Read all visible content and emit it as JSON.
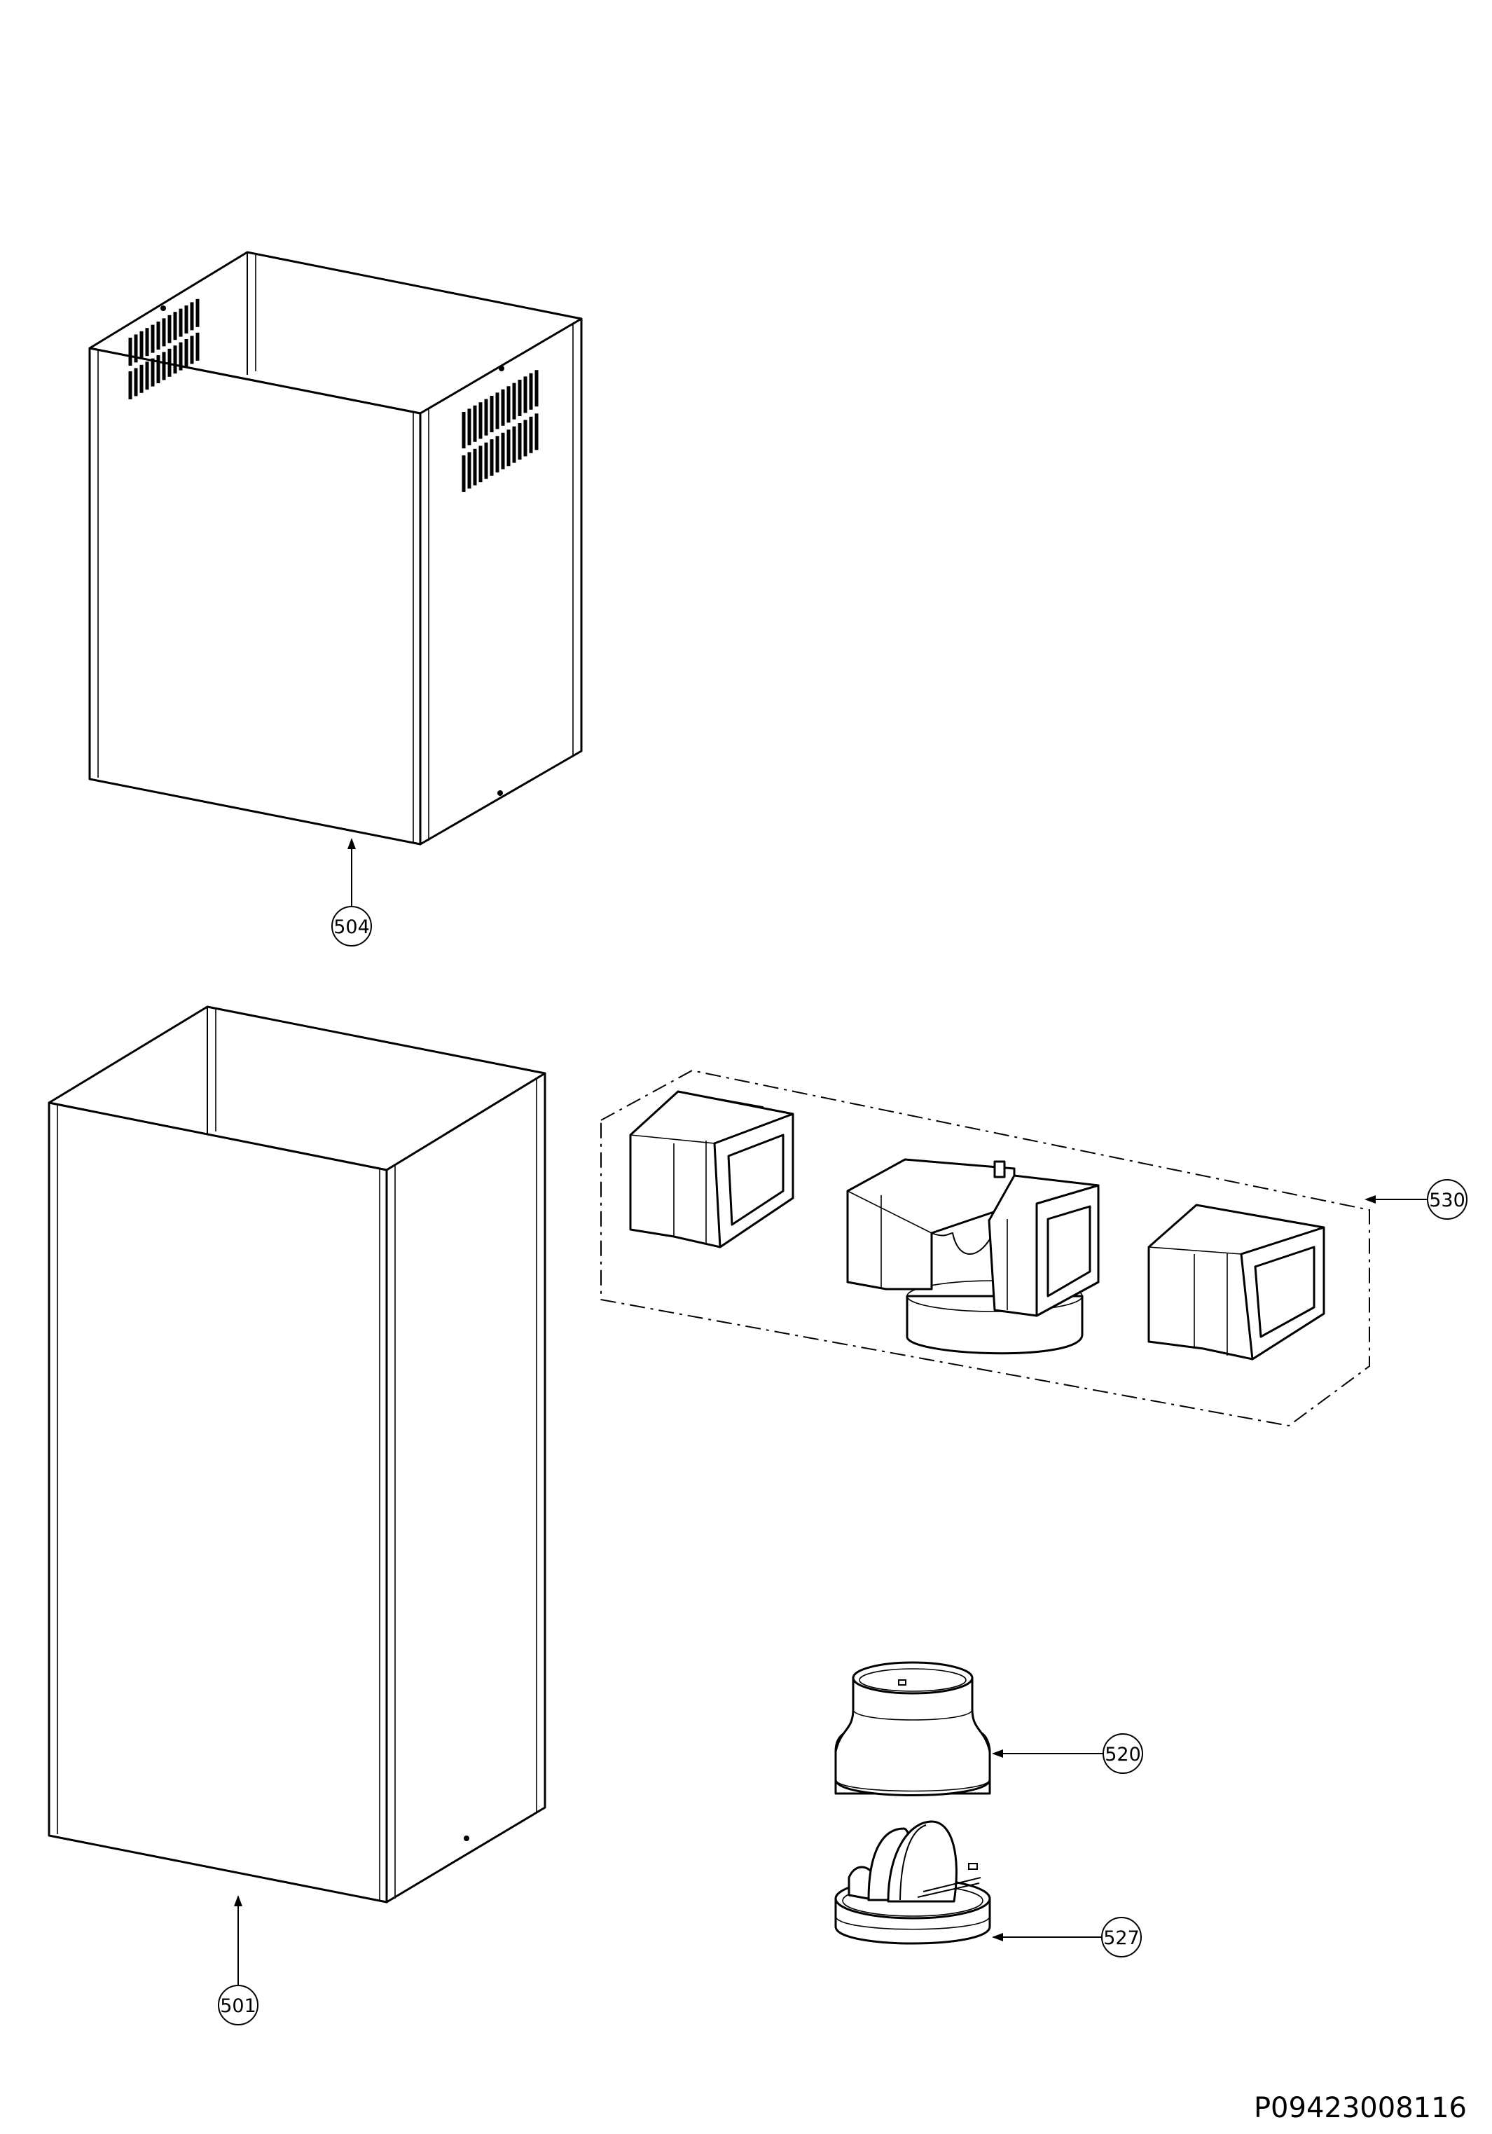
{
  "diagram": {
    "callouts": {
      "c504": "504",
      "c501": "501",
      "c530": "530",
      "c520": "520",
      "c527": "527"
    },
    "drawing_id": "P09423008116"
  }
}
